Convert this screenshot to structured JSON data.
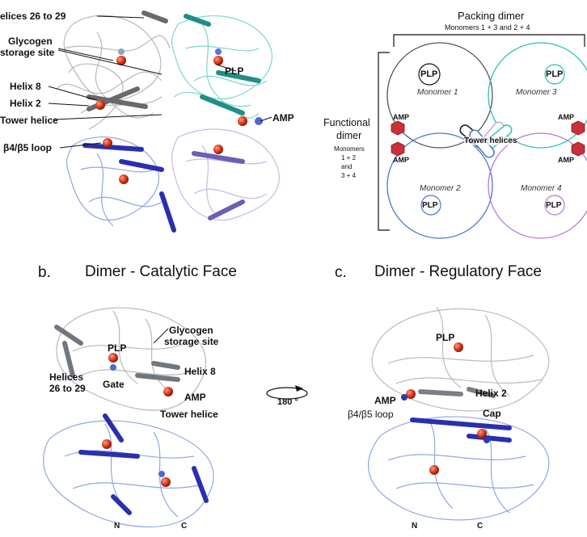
{
  "panel_a": {
    "labels": {
      "helices_26_29": "elices 26 to 29",
      "glycogen_line1": "Glycogen",
      "glycogen_line2": "storage site",
      "helix_8": "Helix 8",
      "helix_2": "Helix 2",
      "tower_helice": "Tower helice",
      "beta_loop": "β4/β5 loop",
      "plp": "PLP",
      "amp": "AMP"
    }
  },
  "schematic": {
    "packing_title": "Packing dimer",
    "packing_sub": "Monomers 1 + 3 and 2 + 4",
    "functional_line1": "Functional",
    "functional_line2": "dimer",
    "functional_sub1": "Monomers",
    "functional_sub2": "1 + 2",
    "functional_sub3": "and",
    "functional_sub4": "3 + 4",
    "monomer1": "Monomer 1",
    "monomer2": "Monomer 2",
    "monomer3": "Monomer 3",
    "monomer4": "Monomer 4",
    "plp": "PLP",
    "amp": "AMP",
    "tower_helices": "Tower helices",
    "colors": {
      "monomer1": "#555555",
      "monomer2": "#4a78c8",
      "monomer3": "#22c4b8",
      "monomer4": "#b87ad8",
      "amp": "#c8303a"
    }
  },
  "panel_b": {
    "letter": "b.",
    "title": "Dimer - Catalytic Face",
    "labels": {
      "glycogen_line1": "Glycogen",
      "glycogen_line2": "storage site",
      "plp": "PLP",
      "helices_line1": "Helices",
      "helices_line2": "26 to 29",
      "gate": "Gate",
      "helix_8": "Helix 8",
      "amp": "AMP",
      "tower_helice": "Tower helice",
      "n": "N",
      "c": "C"
    }
  },
  "rotation": {
    "label": "180 °"
  },
  "panel_c": {
    "letter": "c.",
    "title": "Dimer - Regulatory Face",
    "labels": {
      "plp": "PLP",
      "amp": "AMP",
      "helix_2": "Helix 2",
      "beta_loop": "β4/β5 loop",
      "cap": "Cap",
      "n": "N",
      "c": "C"
    }
  }
}
